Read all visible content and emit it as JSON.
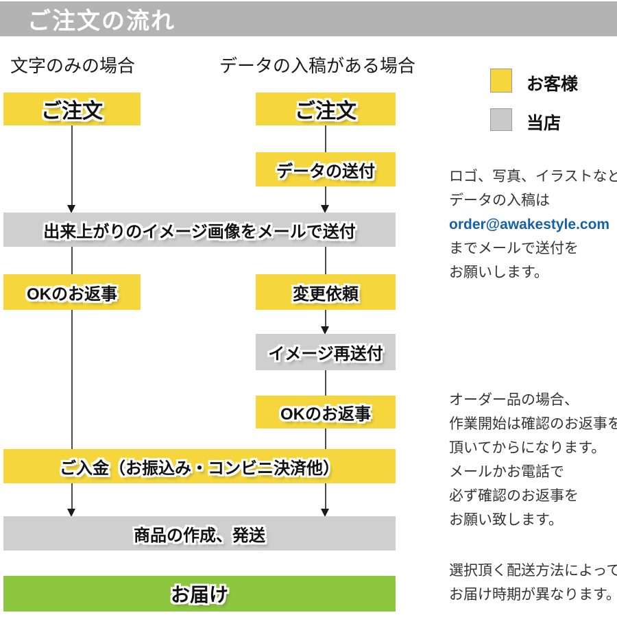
{
  "header": {
    "title": "ご注文の流れ"
  },
  "column_headers": {
    "left": "文字のみの場合",
    "right": "データの入稿がある場合"
  },
  "legend": {
    "customer_label": "お客様",
    "shop_label": "当店"
  },
  "colors": {
    "customer_yellow": "#f5d73d",
    "shop_gray": "#cfcfcf",
    "header_bar_gray": "#b3b3b3",
    "delivery_green": "#8dc63f",
    "email_blue": "#1560a8"
  },
  "flow": {
    "left_order": "ご注文",
    "right_order": "ご注文",
    "data_send": "データの送付",
    "image_mail": "出来上がりのイメージ画像をメールで送付",
    "ok_reply_left": "OKのお返事",
    "change_request": "変更依頼",
    "image_resend": "イメージ再送付",
    "ok_reply_right": "OKのお返事",
    "payment": "ご入金（お振込み・コンビニ決済他）",
    "production": "商品の作成、発送",
    "delivery": "お届け"
  },
  "edges": [
    {
      "from": "left_order",
      "to": "image_mail",
      "arrow": true
    },
    {
      "from": "image_mail",
      "to": "ok_reply_left",
      "arrow": false
    },
    {
      "from": "ok_reply_left",
      "to": "payment",
      "arrow": false
    },
    {
      "from": "right_order",
      "to": "data_send",
      "arrow": false
    },
    {
      "from": "data_send",
      "to": "image_mail",
      "arrow": true
    },
    {
      "from": "image_mail",
      "to": "change_request",
      "arrow": false
    },
    {
      "from": "change_request",
      "to": "image_resend",
      "arrow": true
    },
    {
      "from": "image_resend",
      "to": "ok_reply_right",
      "arrow": false
    },
    {
      "from": "ok_reply_right",
      "to": "payment",
      "arrow": false
    },
    {
      "from": "payment",
      "to": "production",
      "arrow": true
    }
  ],
  "notes": {
    "data_submission": {
      "line1": "ロゴ、写真、イラストなど",
      "line2": "データの入稿は",
      "email": "order@awakestyle.com",
      "line4": "までメールで送付を",
      "line5": "お願いします。"
    },
    "order_confirmation": {
      "line1": "オーダー品の場合、",
      "line2": "作業開始は確認のお返事を",
      "line3": "頂いてからになります。",
      "line4": "メールかお電話で",
      "line5": "必ず確認のお返事を",
      "line6": "お願い致します。"
    },
    "delivery_note": {
      "line1": "選択頂く配送方法によって",
      "line2": "お届け時期が異なります。"
    }
  }
}
